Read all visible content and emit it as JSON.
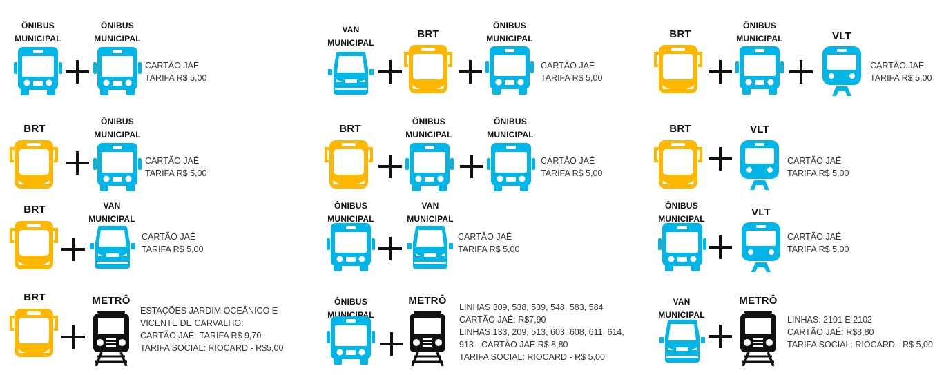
{
  "colors": {
    "onibus": "#00B5E8",
    "brt": "#FFB700",
    "metro": "#111111"
  },
  "combos": [
    {
      "modes": [
        {
          "label": "ÔNIBUS\nMUNICIPAL",
          "icon": "bus-icon"
        },
        {
          "label": "ÔNIBUS\nMUNICIPAL",
          "icon": "bus-icon"
        }
      ],
      "text": [
        "CARTÃO JAÉ",
        "TARIFA R$ 5,00"
      ]
    },
    {
      "modes": [
        {
          "label": "BRT",
          "icon": "brt-bus-icon"
        },
        {
          "label": "ÔNIBUS\nMUNICIPAL",
          "icon": "bus-icon"
        }
      ],
      "text": [
        "CARTÃO JAÉ",
        "TARIFA R$ 5,00"
      ]
    },
    {
      "modes": [
        {
          "label": "BRT",
          "icon": "brt-bus-icon"
        },
        {
          "label": "VAN\nMUNICIPAL",
          "icon": "van-icon"
        }
      ],
      "text": [
        "CARTÃO JAÉ",
        "TARIFA R$ 5,00"
      ]
    },
    {
      "modes": [
        {
          "label": "BRT",
          "icon": "brt-bus-icon"
        },
        {
          "label": "METRÔ",
          "icon": "metro-train-icon"
        }
      ],
      "text": [
        "ESTAÇÕES JARDIM OCEÂNICO E",
        "VICENTE DE CARVALHO:",
        "CARTÃO JAÉ -TARIFA R$ 9,70",
        "TARIFA SOCIAL: RIOCARD - R$5,00"
      ]
    },
    {
      "modes": [
        {
          "label": "VAN\nMUNICIPAL",
          "icon": "van-icon"
        },
        {
          "label": "BRT",
          "icon": "brt-bus-icon"
        },
        {
          "label": "ÔNIBUS\nMUNICIPAL",
          "icon": "bus-icon"
        }
      ],
      "text": [
        "CARTÃO JAÉ",
        "TARIFA R$ 5,00"
      ]
    },
    {
      "modes": [
        {
          "label": "BRT",
          "icon": "brt-bus-icon"
        },
        {
          "label": "ÔNIBUS\nMUNICIPAL",
          "icon": "bus-icon"
        },
        {
          "label": "ÔNIBUS\nMUNICIPAL",
          "icon": "bus-icon"
        }
      ],
      "text": [
        "CARTÃO JAÉ",
        "TARIFA R$ 5,00"
      ]
    },
    {
      "modes": [
        {
          "label": "ÔNIBUS\nMUNICIPAL",
          "icon": "bus-icon"
        },
        {
          "label": "VAN\nMUNICIPAL",
          "icon": "van-icon"
        }
      ],
      "text": [
        "CARTÃO JAÉ",
        "TARIFA R$ 5,00"
      ]
    },
    {
      "modes": [
        {
          "label": "ÔNIBUS\nMUNICIPAL",
          "icon": "bus-icon"
        },
        {
          "label": "METRÔ",
          "icon": "metro-train-icon"
        }
      ],
      "text": [
        "LINHAS 309, 538, 539, 548, 583, 584",
        "CARTÃO JAÉ: R$7,90",
        "LINHAS 133, 209, 513, 603, 608, 611, 614,",
        "913 - CARTÃO JAÉ R$ 8,80",
        "TARIFA SOCIAL: RIOCARD -  R$ 5,00"
      ]
    },
    {
      "modes": [
        {
          "label": "BRT",
          "icon": "brt-bus-icon"
        },
        {
          "label": "ÔNIBUS\nMUNICIPAL",
          "icon": "bus-icon"
        },
        {
          "label": "VLT",
          "icon": "vlt-tram-icon"
        }
      ],
      "text": [
        "CARTÃO JAÉ",
        "TARIFA R$ 5,00"
      ]
    },
    {
      "modes": [
        {
          "label": "BRT",
          "icon": "brt-bus-icon"
        },
        {
          "label": "VLT",
          "icon": "vlt-tram-icon"
        }
      ],
      "text": [
        "CARTÃO JAÉ",
        "TARIFA R$ 5,00"
      ]
    },
    {
      "modes": [
        {
          "label": "ÔNIBUS\nMUNICIPAL",
          "icon": "bus-icon"
        },
        {
          "label": "VLT",
          "icon": "vlt-tram-icon"
        }
      ],
      "text": [
        "CARTÃO JAÉ",
        "TARIFA R$ 5,00"
      ]
    },
    {
      "modes": [
        {
          "label": "VAN\nMUNICIPAL",
          "icon": "van-icon"
        },
        {
          "label": "METRÔ",
          "icon": "metro-train-icon"
        }
      ],
      "text": [
        "LINHAS: 2101 E 2102",
        "CARTÃO JAÉ: R$8,80",
        "TARIFA SOCIAL: RIOCARD - R$ 5,00"
      ]
    }
  ]
}
